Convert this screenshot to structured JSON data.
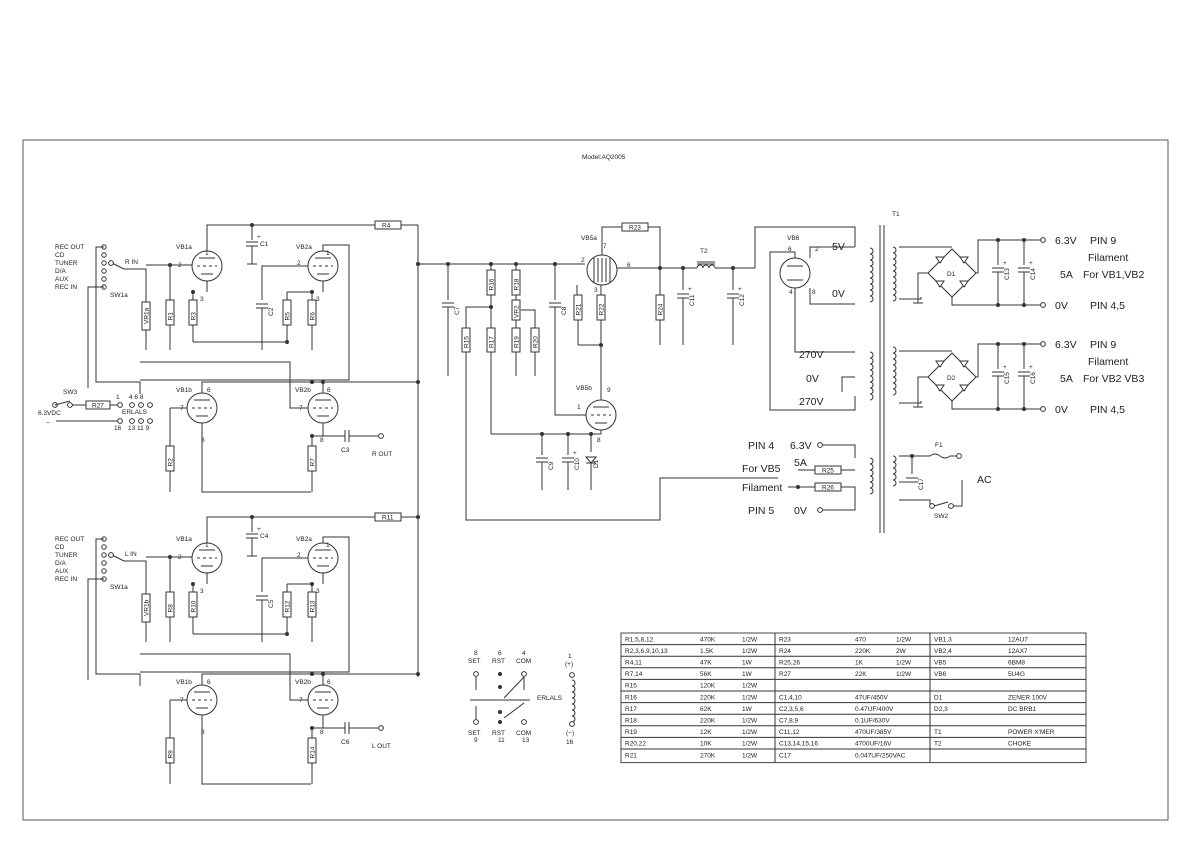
{
  "model": "Model:AQ2005",
  "selector": {
    "inputs": [
      "REC OUT",
      "CD",
      "TUNER",
      "D/A",
      "AUX",
      "REC IN"
    ],
    "r_in": "R IN",
    "l_in": "L IN",
    "switch": "SW1a"
  },
  "labels": {
    "vb1a": "VB1a",
    "vb2a": "VB2a",
    "vb1b": "VB1b",
    "vb2b": "VB2b",
    "vb5a": "VB5a",
    "vb5b": "VB5b",
    "vb6": "VB6",
    "r1": "R1",
    "r2": "R2",
    "r3": "R3",
    "r4": "R4",
    "r5": "R5",
    "r6": "R6",
    "r7": "R7",
    "r8": "R8",
    "r9": "R9",
    "r10": "R10",
    "r11": "R11",
    "r12": "R12",
    "r13": "R13",
    "r14": "R14",
    "r15": "R15",
    "r16": "R16",
    "r17": "R17",
    "r18": "R18",
    "r19": "R19",
    "r20": "R20",
    "r21": "R21",
    "r22": "R22",
    "r23": "R23",
    "r24": "R24",
    "r25": "R25",
    "r26": "R26",
    "r27": "R27",
    "vr1a": "VR1a",
    "vr1b": "VR1b",
    "vr2": "VR2",
    "c1": "C1",
    "c2": "C2",
    "c3": "C3",
    "c4": "C4",
    "c5": "C5",
    "c6": "C6",
    "c7": "C7",
    "c8": "C8",
    "c9": "C9",
    "c10": "C10",
    "c11": "C11",
    "c12": "C12",
    "c13": "C13",
    "c14": "C14",
    "c15": "C15",
    "c16": "C16",
    "c17": "C17",
    "d1": "D1",
    "d2": "D2",
    "t1": "T1",
    "t2": "T2",
    "f1": "F1",
    "sw2": "SW2",
    "sw3": "SW3",
    "r_out": "R OUT",
    "l_out": "L OUT",
    "erlals": "ERLALS",
    "supply_6_3vdc": "6.3VDC",
    "ac": "AC",
    "v_5": "5V",
    "v_0": "0V",
    "v_270": "270V",
    "v_6_3": "6.3V",
    "pin9": "PIN 9",
    "filament": "Filament",
    "a5": "5A",
    "pin45": "PIN 4,5",
    "for_vb1_vb2": "For VB1,VB2",
    "for_vb2_vb3": "For VB2 VB3",
    "pin4": "PIN 4",
    "pin5": "PIN 5",
    "for_vb5": "For VB5",
    "relay_set": "SET",
    "relay_rst": "RST",
    "relay_com": "COM"
  },
  "bom": [
    [
      "R1,5,8,12",
      "470K",
      "1/2W",
      "R23",
      "470",
      "1/2W",
      "VB1,3",
      "12AU7"
    ],
    [
      "R2,3,6,9,10,13",
      "1.5K",
      "1/2W",
      "R24",
      "220K",
      "2W",
      "VB2,4",
      "12AX7"
    ],
    [
      "R4,11",
      "47K",
      "1W",
      "R25,26",
      "1K",
      "1/2W",
      "VB5",
      "6BM8"
    ],
    [
      "R7,14",
      "56K",
      "1W",
      "R27",
      "22K",
      "1/2W",
      "VB6",
      "5U4G"
    ],
    [
      "R15",
      "120K",
      "1/2W",
      "",
      "",
      "",
      "",
      ""
    ],
    [
      "R16",
      "220K",
      "1/2W",
      "C1,4,10",
      "47UF/450V",
      "",
      "D1",
      "ZENER 100V"
    ],
    [
      "R17",
      "62K",
      "1W",
      "C2,3,5,6",
      "0.47UF/400V",
      "",
      "D2,3",
      "DC BRB1"
    ],
    [
      "R18",
      "220K",
      "1/2W",
      "C7,8,9",
      "0.1UF/630V",
      "",
      "",
      ""
    ],
    [
      "R19",
      "12K",
      "1/2W",
      "C11,12",
      "470UF/385V",
      "",
      "T1",
      "POWER X'MER"
    ],
    [
      "R20,22",
      "10K",
      "1/2W",
      "C13,14,15,16",
      "4700UF/16V",
      "",
      "T2",
      "CHOKE"
    ],
    [
      "R21",
      "270K",
      "1/2W",
      "C17",
      "0.047UF/250VAC",
      "",
      "",
      ""
    ]
  ]
}
